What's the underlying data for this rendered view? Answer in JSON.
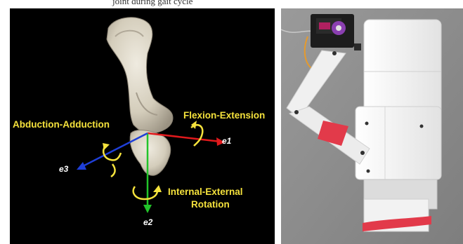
{
  "caption_fragment": "joint during gait cycle",
  "labels": {
    "flexion": "Flexion-Extension",
    "abduction": "Abduction-Adduction",
    "internal_line1": "Internal-External",
    "internal_line2": "Rotation"
  },
  "axes": {
    "e1": "e1",
    "e2": "e2",
    "e3": "e3"
  },
  "colors": {
    "label_yellow": "#f5e23c",
    "axis_red": "#e0191c",
    "axis_green": "#22c42a",
    "axis_blue": "#1f3fd8",
    "bone": "#d8d2c2",
    "device_white": "#f1f1f1",
    "strap_red": "#e23a4a",
    "background_gray": "#8e8e8e"
  },
  "icons": [
    "rotation-arrow-icon",
    "rotation-arrow-icon",
    "rotation-arrow-icon"
  ]
}
